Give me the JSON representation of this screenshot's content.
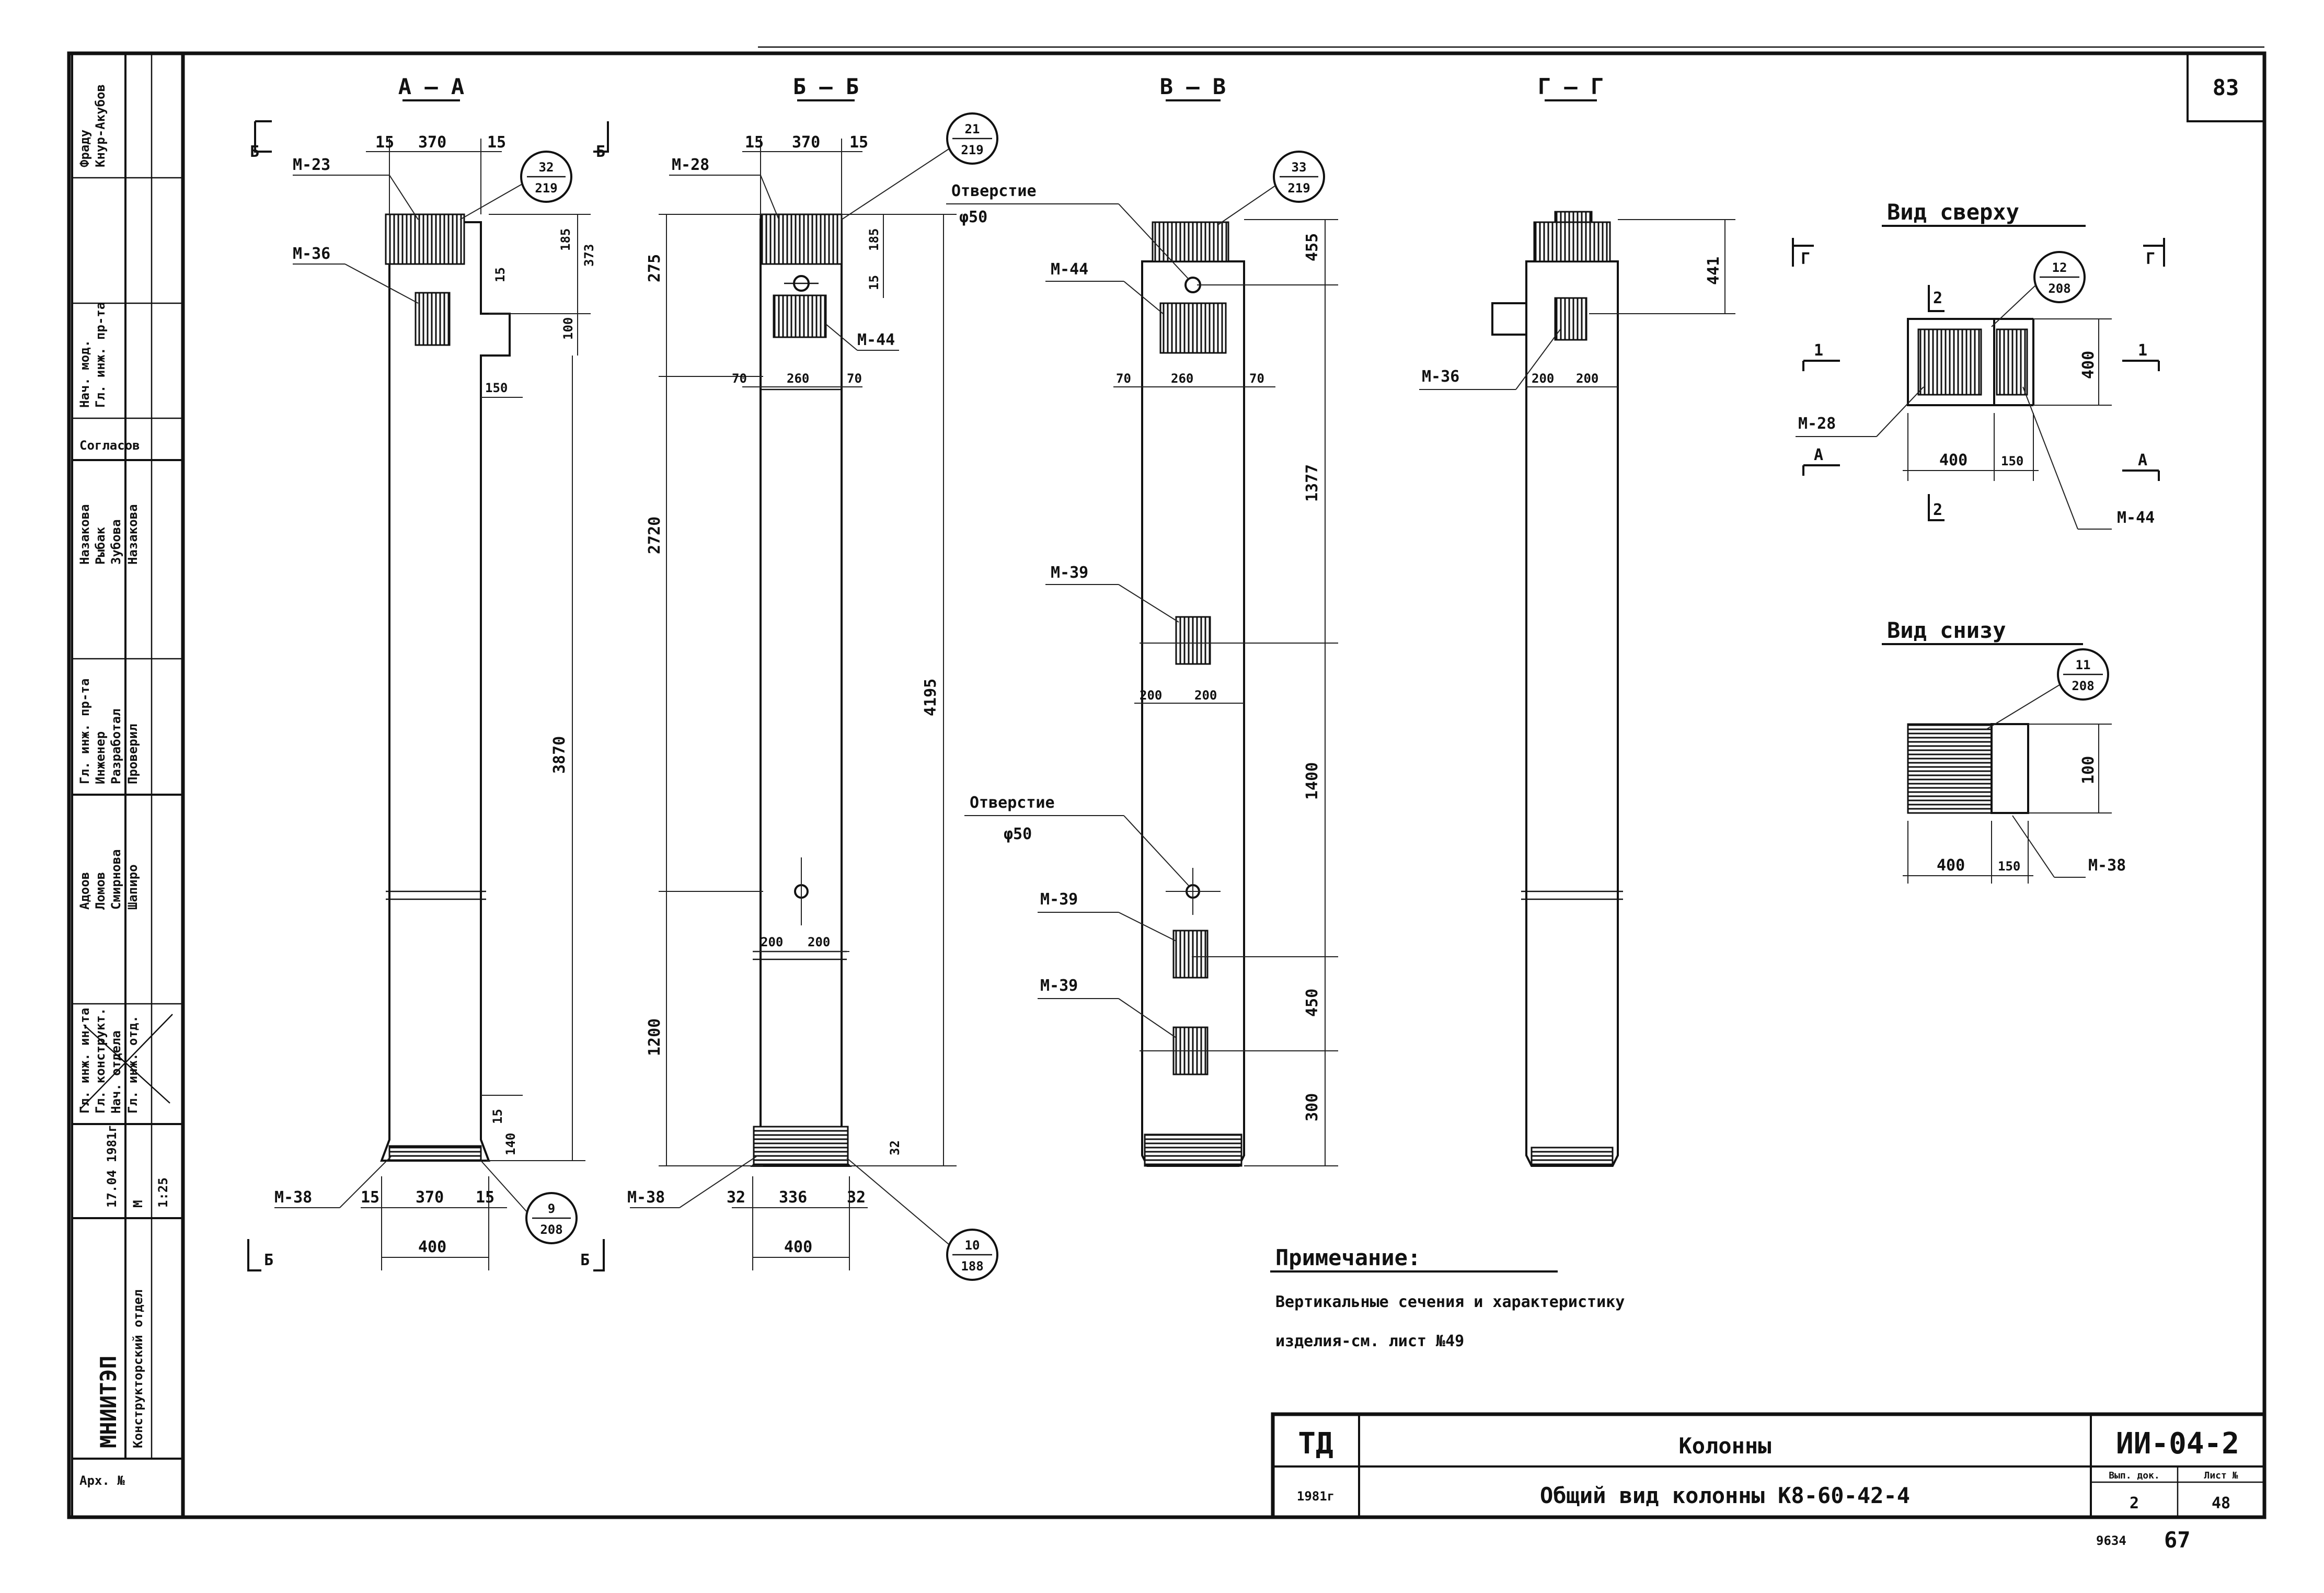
{
  "sheet_number": "83",
  "sections": {
    "aa": {
      "title": "А – А",
      "marker_left": "Б",
      "marker_right": "Б"
    },
    "bb": {
      "title": "Б – Б"
    },
    "vv": {
      "title": "В – В"
    },
    "gg": {
      "title": "Г – Г"
    }
  },
  "col_aa": {
    "dim_15_l": "15",
    "dim_370_top": "370",
    "dim_15_r": "15",
    "dim_185": "185",
    "dim_15_small": "15",
    "dim_373": "373",
    "dim_100": "100",
    "dim_150": "150",
    "dim_3870": "3870",
    "dim_15_bot_r": "15",
    "dim_140": "140",
    "dim_15_bl": "15",
    "dim_370_bot": "370",
    "dim_15_br": "15",
    "dim_400": "400",
    "label_m23": "М-23",
    "label_m36": "М-36",
    "label_m38": "М-38",
    "callout_top": {
      "num": "32",
      "den": "219"
    },
    "callout_bot": {
      "num": "9",
      "den": "208"
    }
  },
  "col_bb": {
    "dim_15_l": "15",
    "dim_370": "370",
    "dim_15_r": "15",
    "dim_185": "185",
    "dim_15_small": "15",
    "dim_275": "275",
    "dim_2720": "2720",
    "dim_4195": "4195",
    "dim_1200": "1200",
    "dim_70_l": "70",
    "dim_260": "260",
    "dim_70_r": "70",
    "dim_200_l": "200",
    "dim_200_r": "200",
    "dim_32_l": "32",
    "dim_336": "336",
    "dim_32_r": "32",
    "dim_32_side": "32",
    "dim_400": "400",
    "label_m28": "М-28",
    "label_m44": "М-44",
    "label_m38": "М-38",
    "callout_top": {
      "num": "21",
      "den": "219"
    },
    "callout_bot": {
      "num": "10",
      "den": "188"
    }
  },
  "col_vv": {
    "hole_label_1": "Отверстие",
    "hole_dia_1": "φ50",
    "hole_label_2": "Отверстие",
    "hole_dia_2": "φ50",
    "label_m44": "М-44",
    "label_m39_1": "М-39",
    "label_m39_2": "М-39",
    "label_m39_3": "М-39",
    "dim_70_l": "70",
    "dim_260": "260",
    "dim_70_r": "70",
    "dim_200_l": "200",
    "dim_200_r": "200",
    "dim_455": "455",
    "dim_1377": "1377",
    "dim_1400": "1400",
    "dim_450": "450",
    "dim_300": "300",
    "callout_top": {
      "num": "33",
      "den": "219"
    }
  },
  "col_gg": {
    "label_m36": "М-36",
    "dim_200_l": "200",
    "dim_200_r": "200",
    "dim_441": "441"
  },
  "view_top": {
    "title": "Вид сверху",
    "marker_r": "Г",
    "marker_l": "Г",
    "dim_400_v": "400",
    "dim_400_h": "400",
    "dim_150": "150",
    "label_m28": "М-28",
    "label_m44": "М-44",
    "sec_1": "1",
    "sec_2": "2",
    "sec_a": "А",
    "callout": {
      "num": "12",
      "den": "208"
    }
  },
  "view_bottom": {
    "title": "Вид снизу",
    "dim_100": "100",
    "dim_400": "400",
    "dim_150": "150",
    "label_m38": "М-38",
    "callout": {
      "num": "11",
      "den": "208"
    }
  },
  "note": {
    "heading": "Примечание:",
    "line1": "Вертикальные сечения и характеристику",
    "line2": "изделия-см. лист №49"
  },
  "stamp": {
    "org": "ТД",
    "year": "1981г",
    "title_main": "Колонны",
    "title_sub": "Общий вид колонны К8-60-42-4",
    "code": "ИИ-04-2",
    "hdr_issue": "Вып. док.",
    "hdr_sheet": "Лист №",
    "issue": "2",
    "sheet": "48",
    "below_1": "9634",
    "below_2": "67"
  },
  "side_stamp": {
    "institute": "МНИИТЭП",
    "dept": "Конструкторский отдел",
    "archive": "Арх. №",
    "date": "17.04 1981г",
    "scale_m": "М",
    "scale": "1:25",
    "agreed": "Согласов",
    "rows": [
      {
        "role": "Гл. инж. ин-та",
        "name": "Адоов"
      },
      {
        "role": "Гл. конструкт.",
        "name": "Ломов"
      },
      {
        "role": "Нач. отдела",
        "name": "Смирнова"
      },
      {
        "role": "Гл. инж. отд.",
        "name": "Шапиро"
      },
      {
        "role": "Гл. инж. пр-та",
        "name": "Назакова"
      },
      {
        "role": "Инженер",
        "name": "Рыбак"
      },
      {
        "role": "Разработал",
        "name": "Зубова"
      },
      {
        "role": "Проверил",
        "name": "Назакова"
      },
      {
        "role": "Нач. мод.",
        "name": "Фраду"
      },
      {
        "role": "Гл. инж. пр-та",
        "name": "Кнур-Акубов"
      }
    ]
  }
}
